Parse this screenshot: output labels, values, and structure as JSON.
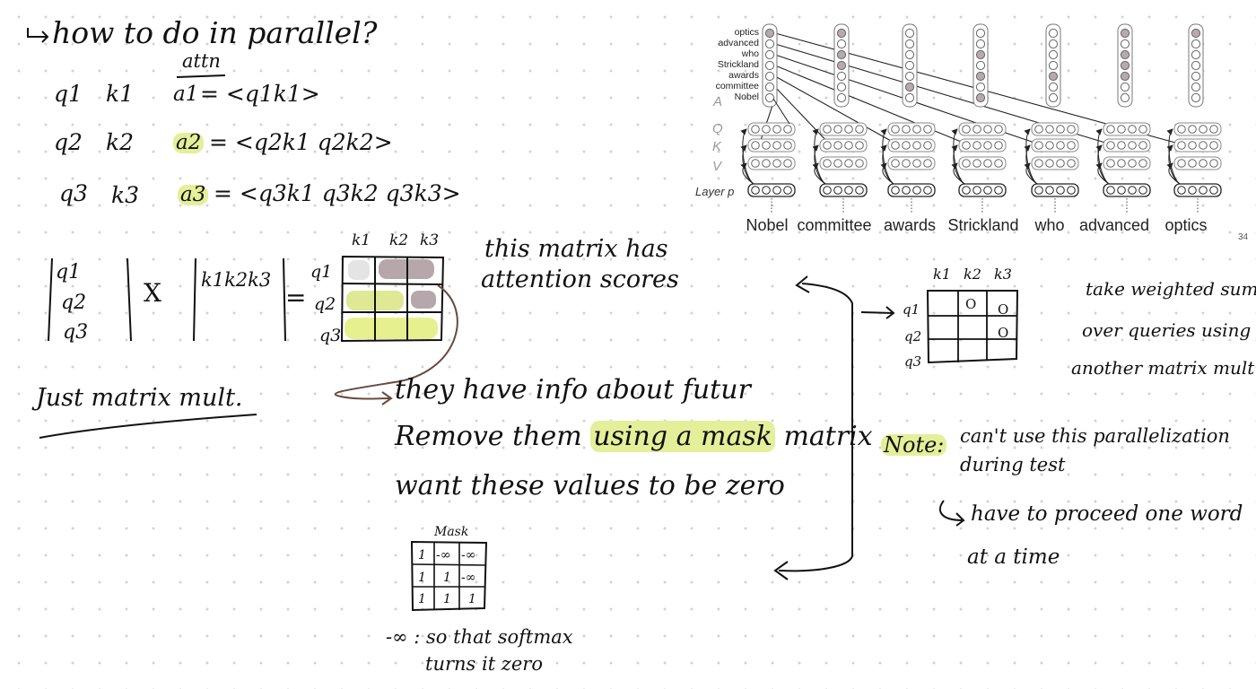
{
  "notes": {
    "question": "how to do in parallel?",
    "attn_label": "attn",
    "eq1": {
      "q": "q1",
      "k": "k1",
      "a": "a1",
      "rhs": "= <q1k1>"
    },
    "eq2": {
      "q": "q2",
      "k": "k2",
      "a": "a2",
      "rhs": "= <q2k1 q2k2>"
    },
    "eq3": {
      "q": "q3",
      "k": "k3",
      "a": "a3",
      "rhs": "= <q3k1 q3k2 q3k3>"
    },
    "left_matrix": [
      "q1",
      "q2",
      "q3"
    ],
    "times": "X",
    "right_matrix": "k1k2k3",
    "equals": "=",
    "score_cols": [
      "k1",
      "k2",
      "k3"
    ],
    "score_rows": [
      "q1",
      "q2",
      "q3"
    ],
    "score_note_1": "this matrix has",
    "score_note_2": "attention scores",
    "just_matrix_mult": "Just matrix mult.",
    "future_1": "they have info about futur",
    "future_2a": "Remove them ",
    "future_2_highlight": "using a mask",
    "future_2b": " matrix",
    "future_3": "want these values to be zero",
    "mask_title": "Mask",
    "mask_rows": [
      [
        "1",
        "-∞",
        "-∞"
      ],
      [
        "1",
        "1",
        "-∞"
      ],
      [
        "1",
        "1",
        "1"
      ]
    ],
    "softmax_1": "-∞ : so that softmax",
    "softmax_2": "turns it zero",
    "weighted_cols": [
      "k1",
      "k2",
      "k3"
    ],
    "weighted_rows": [
      "q1",
      "q2",
      "q3"
    ],
    "weighted_cells": [
      "O",
      "O",
      "O"
    ],
    "weighted_1": "take weighted sum",
    "weighted_2": "over queries using",
    "weighted_3": "another matrix mult.",
    "note_label": "Note:",
    "note_1": "can't use this parallelization",
    "note_2": "during test",
    "note_3": "have to proceed one word",
    "note_4": "at a time"
  },
  "slide": {
    "a_labels": [
      "optics",
      "advanced",
      "who",
      "Strickland",
      "awards",
      "committee",
      "Nobel"
    ],
    "a_letter": "A",
    "qkv_letters": [
      "Q",
      "K",
      "V"
    ],
    "layer_label": "Layer p",
    "words": [
      "Nobel",
      "committee",
      "awards",
      "Strickland",
      "who",
      "advanced",
      "optics"
    ],
    "page_number": "34"
  }
}
